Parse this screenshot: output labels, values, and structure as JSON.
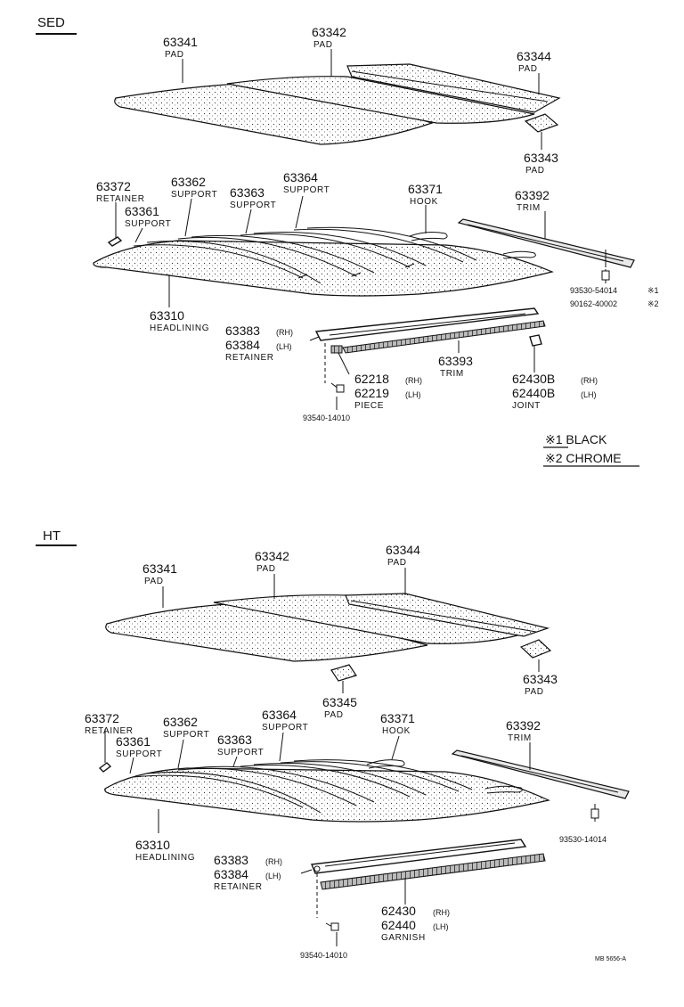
{
  "sections": [
    {
      "name": "SED",
      "labels": {
        "p63341": {
          "num": "63341",
          "name": "PAD"
        },
        "p63342": {
          "num": "63342",
          "name": "PAD"
        },
        "p63344": {
          "num": "63344",
          "name": "PAD"
        },
        "p63343": {
          "num": "63343",
          "name": "PAD"
        },
        "p63372": {
          "num": "63372",
          "name": "RETAINER"
        },
        "p63361": {
          "num": "63361",
          "name": "SUPPORT"
        },
        "p63362": {
          "num": "63362",
          "name": "SUPPORT"
        },
        "p63363": {
          "num": "63363",
          "name": "SUPPORT"
        },
        "p63364": {
          "num": "63364",
          "name": "SUPPORT"
        },
        "p63371": {
          "num": "63371",
          "name": "HOOK"
        },
        "p63392": {
          "num": "63392",
          "name": "TRIM"
        },
        "p63310": {
          "num": "63310",
          "name": "HEADLINING"
        },
        "p63383": {
          "num": "63383",
          "side": "(RH)"
        },
        "p63384": {
          "num": "63384",
          "side": "(LH)",
          "name": "RETAINER"
        },
        "p62218": {
          "num": "62218",
          "side": "(RH)"
        },
        "p62219": {
          "num": "62219",
          "side": "(LH)",
          "name": "PIECE"
        },
        "p63393": {
          "num": "63393",
          "name": "TRIM"
        },
        "p62430B": {
          "num": "62430B",
          "side": "(RH)"
        },
        "p62440B": {
          "num": "62440B",
          "side": "(LH)",
          "name": "JOINT"
        },
        "screw1": {
          "num": "93530-54014",
          "mark": "※1"
        },
        "screw2": {
          "num": "90162-40002",
          "mark": "※2"
        },
        "bolt": {
          "num": "93540-14010"
        }
      },
      "notes": [
        "※1 BLACK",
        "※2 CHROME"
      ]
    },
    {
      "name": "HT",
      "labels": {
        "p63341": {
          "num": "63341",
          "name": "PAD"
        },
        "p63342": {
          "num": "63342",
          "name": "PAD"
        },
        "p63344": {
          "num": "63344",
          "name": "PAD"
        },
        "p63343": {
          "num": "63343",
          "name": "PAD"
        },
        "p63345": {
          "num": "63345",
          "name": "PAD"
        },
        "p63372": {
          "num": "63372",
          "name": "RETAINER"
        },
        "p63361": {
          "num": "63361",
          "name": "SUPPORT"
        },
        "p63362": {
          "num": "63362",
          "name": "SUPPORT"
        },
        "p63363": {
          "num": "63363",
          "name": "SUPPORT"
        },
        "p63364": {
          "num": "63364",
          "name": "SUPPORT"
        },
        "p63371": {
          "num": "63371",
          "name": "HOOK"
        },
        "p63392": {
          "num": "63392",
          "name": "TRIM"
        },
        "screw": {
          "num": "93530-14014"
        },
        "p63310": {
          "num": "63310",
          "name": "HEADLINING"
        },
        "p63383": {
          "num": "63383",
          "side": "(RH)"
        },
        "p63384": {
          "num": "63384",
          "side": "(LH)",
          "name": "RETAINER"
        },
        "p62430": {
          "num": "62430",
          "side": "(RH)"
        },
        "p62440": {
          "num": "62440",
          "side": "(LH)",
          "name": "GARNISH"
        },
        "bolt": {
          "num": "93540-14010"
        }
      }
    }
  ],
  "footer": "MB 5656-A"
}
